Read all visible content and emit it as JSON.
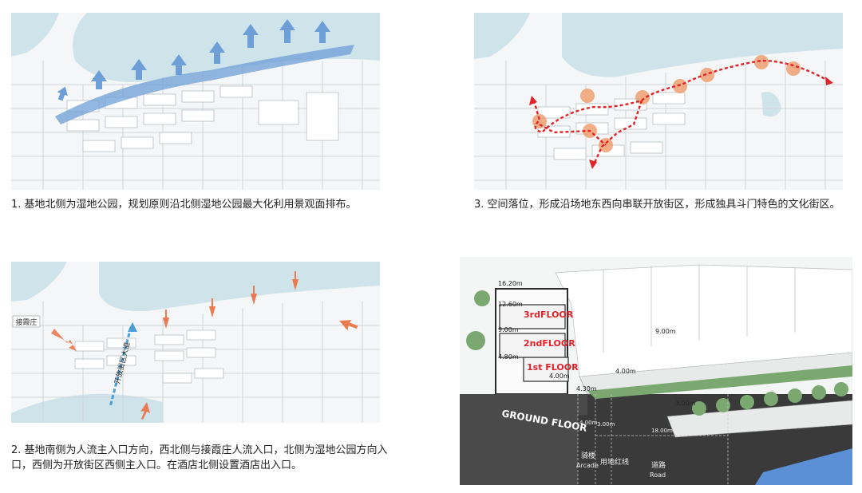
{
  "colors": {
    "water": "#cfe3ea",
    "map_bg": "#f4f6f7",
    "flow_blue": "#6d9fd6",
    "route_red": "#e0252a",
    "node_orange": "#f0a071",
    "entry_orange": "#ea7a4f",
    "section_dark": "#3a3a3a",
    "floor_label_red": "#e2222a",
    "green_strip": "#7aa870"
  },
  "captions": {
    "p1": "1. 基地北侧为湿地公园，规划原则沿北侧湿地公园最大化利用景观面排布。",
    "p2": "2. 基地南侧为人流主入口方向，西北侧与接霞庄人流入口，北侧为湿地公园方向入口，西侧为开放街区西侧主入口。在酒店北侧设置酒店出入口。",
    "p3": "3. 空间落位，形成沿场地东西向串联开放街区，形成独具斗门特色的文化街区。"
  },
  "panel2_labels": {
    "village": "接霞庄",
    "road": "开放街区大道"
  },
  "section": {
    "floors": [
      "3rdFLOOR",
      "2ndFLOOR",
      "1st FLOOR",
      "GROUND FLOOR"
    ],
    "elevations": [
      "16.20m",
      "12.60m",
      "9.00m",
      "4.80m",
      "4.00m",
      "4.30m",
      "9.00m",
      "4.00m",
      "3.00m"
    ],
    "dimensions": [
      "4.00m",
      "3.00m",
      "18.00m"
    ],
    "labels": {
      "arcade_cn": "骑楼",
      "arcade_en": "Arcade",
      "redline": "用地红线",
      "road_cn": "道路",
      "road_en": "Road"
    }
  }
}
